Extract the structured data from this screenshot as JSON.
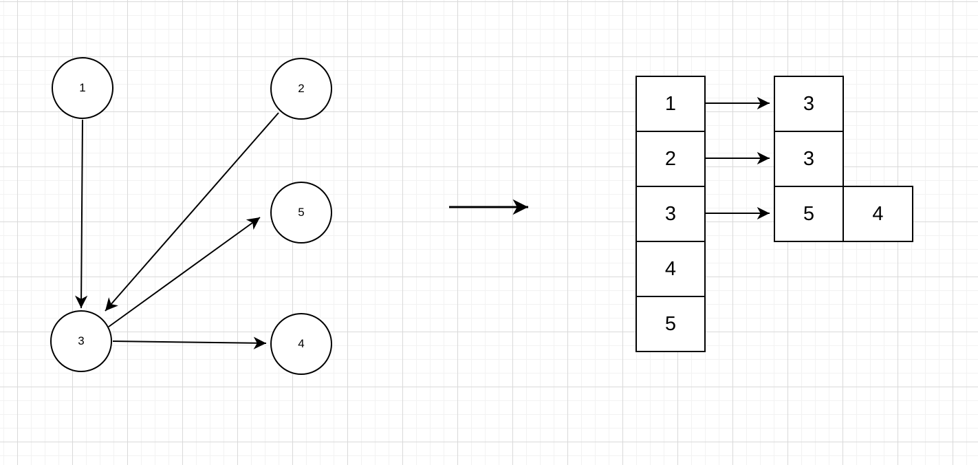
{
  "diagram_type": "directed-graph-to-adjacency-list",
  "graph": {
    "nodes": [
      {
        "id": "1",
        "label": "1"
      },
      {
        "id": "2",
        "label": "2"
      },
      {
        "id": "3",
        "label": "3"
      },
      {
        "id": "4",
        "label": "4"
      },
      {
        "id": "5",
        "label": "5"
      }
    ],
    "edges": [
      {
        "from": "1",
        "to": "3"
      },
      {
        "from": "2",
        "to": "3"
      },
      {
        "from": "3",
        "to": "5"
      },
      {
        "from": "3",
        "to": "4"
      }
    ]
  },
  "transform_arrow": {
    "meaning": "converts-to"
  },
  "adjacency_list": {
    "rows": [
      {
        "vertex": "1",
        "neighbors": [
          "3"
        ]
      },
      {
        "vertex": "2",
        "neighbors": [
          "3"
        ]
      },
      {
        "vertex": "3",
        "neighbors": [
          "5",
          "4"
        ]
      },
      {
        "vertex": "4",
        "neighbors": []
      },
      {
        "vertex": "5",
        "neighbors": []
      }
    ]
  },
  "colors": {
    "stroke": "#000000",
    "shape_fill": "#ffffff",
    "grid_minor": "#f2f2f2",
    "grid_major": "#d9d9d9",
    "background": "#ffffff"
  }
}
